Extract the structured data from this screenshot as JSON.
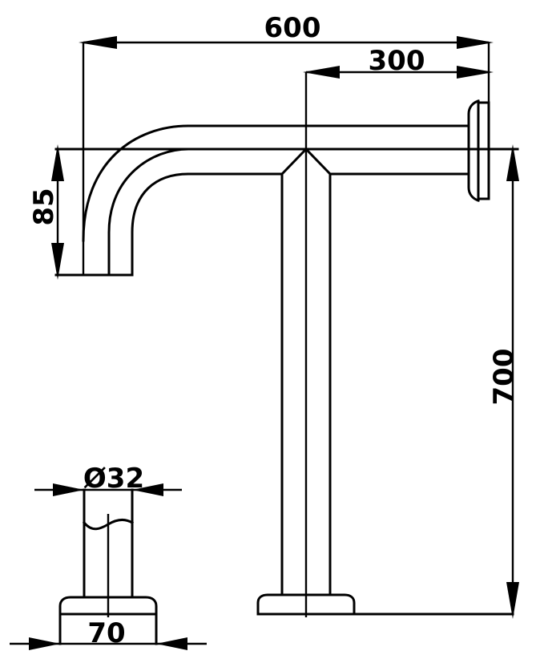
{
  "drawing": {
    "title": "Floor-standing T-shaped grab bar / support rail technical drawing",
    "units": "mm",
    "line_color": "#000000",
    "background": "#ffffff",
    "dimensions": {
      "overall_length": "600",
      "half_length": "300",
      "bend_drop": "85",
      "height": "700",
      "tube_diameter": "Ø32",
      "base_width": "70"
    },
    "views": [
      {
        "name": "front-elevation",
        "description": "T-shaped rail with bent end, wall flange, and floor post with base plate"
      },
      {
        "name": "post-detail",
        "description": "Section of vertical tube with break line and base plate"
      }
    ]
  }
}
